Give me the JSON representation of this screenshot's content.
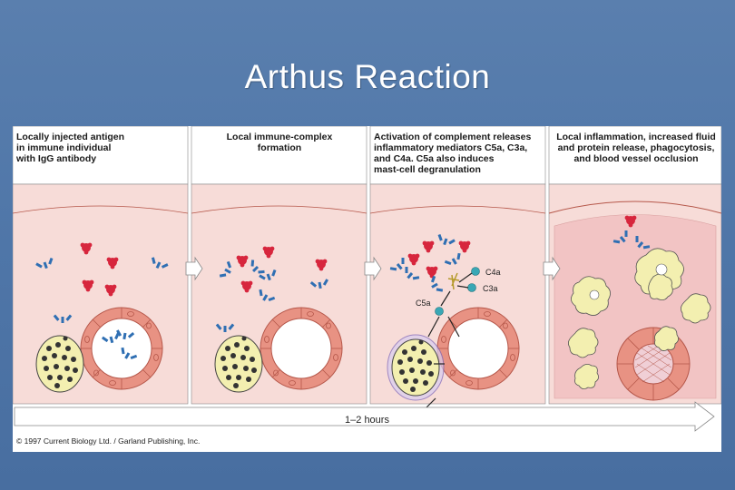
{
  "slide": {
    "title": "Arthus Reaction"
  },
  "panels": [
    {
      "caption": "Locally injected antigen\nin immune individual\nwith IgG antibody"
    },
    {
      "caption": "Local immune-complex\nformation"
    },
    {
      "caption": "Activation of complement releases\ninflammatory mediators C5a, C3a,\nand C4a. C5a also induces\nmast-cell degranulation"
    },
    {
      "caption": "Local inflammation, increased fluid\nand protein release, phagocytosis,\nand blood vessel occlusion"
    }
  ],
  "mediator_labels": {
    "c4a": "C4a",
    "c3a": "C3a",
    "c5a": "C5a"
  },
  "timeline": {
    "label": "1–2 hours"
  },
  "copyright": "© 1997 Current Biology Ltd. / Garland Publishing, Inc.",
  "colors": {
    "slide_bg": "#4f76a8",
    "tissue_pink": "#f7dcd8",
    "vessel_wall": "#e89283",
    "antigen_red": "#d7263d",
    "antibody_blue": "#2f6fb3",
    "complement_teal": "#39a7b5",
    "inflamed_pink": "#f2c4c4"
  }
}
